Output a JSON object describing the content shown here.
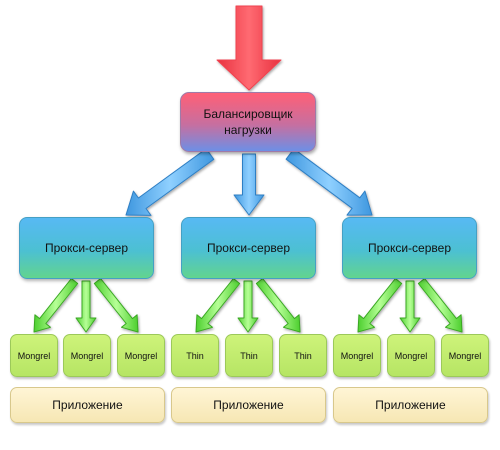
{
  "load_balancer": {
    "label": "Балансировщик нагрузки"
  },
  "proxies": [
    {
      "label": "Прокси-сервер"
    },
    {
      "label": "Прокси-сервер"
    },
    {
      "label": "Прокси-сервер"
    }
  ],
  "app_servers": [
    {
      "label": "Mongrel"
    },
    {
      "label": "Mongrel"
    },
    {
      "label": "Mongrel"
    },
    {
      "label": "Thin"
    },
    {
      "label": "Thin"
    },
    {
      "label": "Thin"
    },
    {
      "label": "Mongrel"
    },
    {
      "label": "Mongrel"
    },
    {
      "label": "Mongrel"
    }
  ],
  "applications": [
    {
      "label": "Приложение"
    },
    {
      "label": "Приложение"
    },
    {
      "label": "Приложение"
    }
  ],
  "colors": {
    "incoming_arrow": "#f0424f",
    "blue_arrow": "#5aa9e6",
    "green_arrow": "#74e350"
  }
}
